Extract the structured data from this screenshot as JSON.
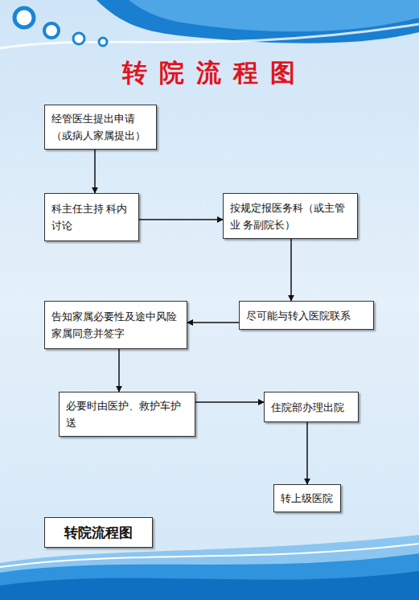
{
  "diagram": {
    "title": "转 院 流 程 图",
    "nodes": [
      {
        "text": [
          "经管医生提出申请 （或病人家属提出）"
        ]
      },
      {
        "text": [
          "科主任主持 科内讨论"
        ]
      },
      {
        "text": [
          "按规定报医务科（或主管业 务副院长）"
        ]
      },
      {
        "text": [
          "尽可能与转入医院联系"
        ]
      },
      {
        "text": [
          "告知家属必要性及途中风险 家属同意并签字"
        ]
      },
      {
        "text": [
          "必要时由医护、救护车护送"
        ]
      },
      {
        "text": [
          "住院部办理出院"
        ]
      },
      {
        "text": [
          "转上级医院"
        ]
      },
      {
        "text": [
          "转院流程图"
        ]
      }
    ],
    "edges": [
      {
        "from": 0,
        "to": 1,
        "arrow": "to"
      },
      {
        "from": 1,
        "to": 2,
        "arrow": "to"
      },
      {
        "from": 2,
        "to": 3,
        "arrow": "to"
      },
      {
        "from": 3,
        "to": 4,
        "arrow": "to"
      },
      {
        "from": 4,
        "to": 5,
        "arrow": "to"
      },
      {
        "from": 5,
        "to": 6,
        "arrow": "to"
      },
      {
        "from": 6,
        "to": 7,
        "arrow": "to"
      }
    ]
  }
}
